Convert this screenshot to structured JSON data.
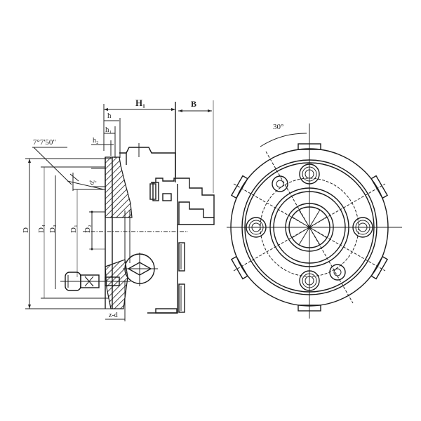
{
  "drawing": {
    "subject": "Three-jaw lathe chuck",
    "side_view_labels": {
      "H1": "H₁",
      "B": "B",
      "h": "h",
      "h1": "h₁",
      "h2": "h₂",
      "taper": "7°7'50\"",
      "d1": "d₁",
      "D": "D",
      "D4": "D₄",
      "D3": "D₃",
      "D1": "D₁",
      "D2": "D₂",
      "zd": "z-d"
    },
    "front_view_labels": {
      "angle": "30°"
    },
    "colors": {
      "line": "#1a1a1a",
      "hatch": "#1a1a1a",
      "guide": "#9a9a9a",
      "background": "#ffffff"
    }
  }
}
